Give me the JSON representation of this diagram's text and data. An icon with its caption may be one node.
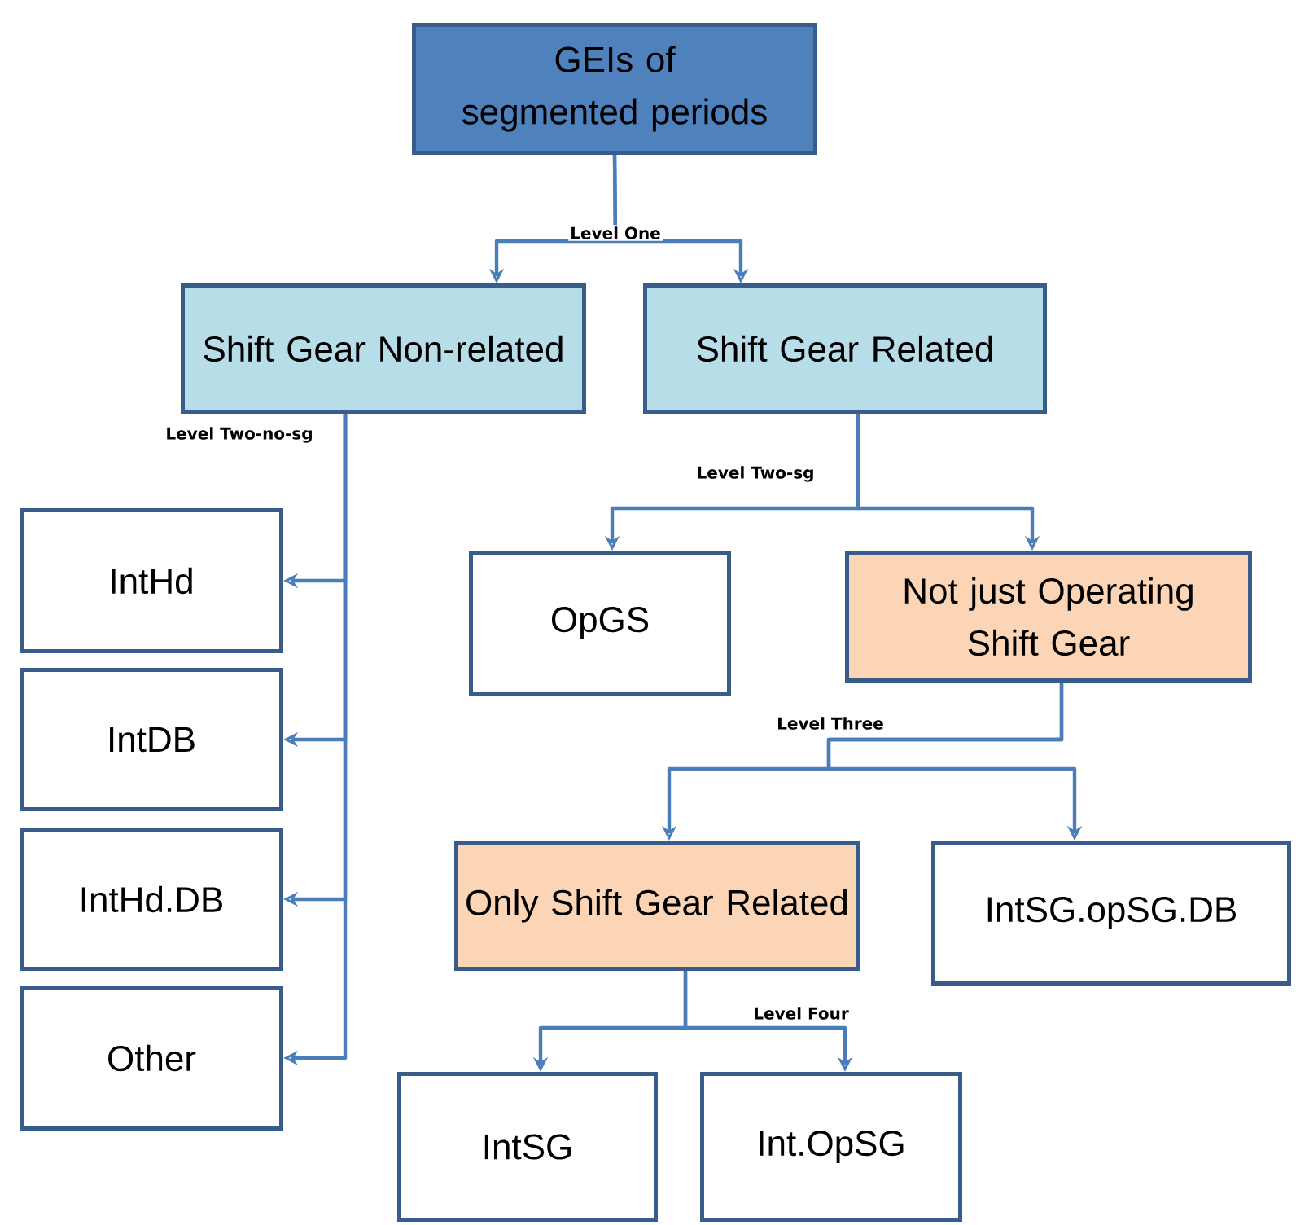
{
  "diagram": {
    "nodes": [
      {
        "text": [
          "GEIs of segmented periods"
        ]
      },
      {
        "text": [
          "Shift Gear Non-related"
        ]
      },
      {
        "text": [
          "Shift Gear Related"
        ]
      },
      {
        "text": [
          "IntHd"
        ]
      },
      {
        "text": [
          "IntDB"
        ]
      },
      {
        "text": [
          "IntHd.DB"
        ]
      },
      {
        "text": [
          "Other"
        ]
      },
      {
        "text": [
          "OpGS"
        ]
      },
      {
        "text": [
          "Not just Operating Shift Gear"
        ]
      },
      {
        "text": [
          "Only Shift Gear Related"
        ]
      },
      {
        "text": [
          "IntSG.opSG.DB"
        ]
      },
      {
        "text": [
          "IntSG"
        ]
      },
      {
        "text": [
          "Int.OpSG"
        ]
      }
    ],
    "edges": [
      {
        "from": 0,
        "to": 1,
        "arrow": "to",
        "label": "Level One"
      },
      {
        "from": 0,
        "to": 2,
        "arrow": "to"
      },
      {
        "from": 1,
        "to": 3,
        "arrow": "to",
        "label": "Level Two-no-sg"
      },
      {
        "from": 1,
        "to": 4,
        "arrow": "to"
      },
      {
        "from": 1,
        "to": 5,
        "arrow": "to"
      },
      {
        "from": 1,
        "to": 6,
        "arrow": "to"
      },
      {
        "from": 2,
        "to": 7,
        "arrow": "to",
        "label": "Level Two-sg"
      },
      {
        "from": 2,
        "to": 8,
        "arrow": "to"
      },
      {
        "from": 8,
        "to": 9,
        "arrow": "to",
        "label": "Level Three"
      },
      {
        "from": 8,
        "to": 10,
        "arrow": "to"
      },
      {
        "from": 9,
        "to": 11,
        "arrow": "to"
      },
      {
        "from": 9,
        "to": 12,
        "arrow": "to",
        "label": "Level Four"
      }
    ]
  }
}
